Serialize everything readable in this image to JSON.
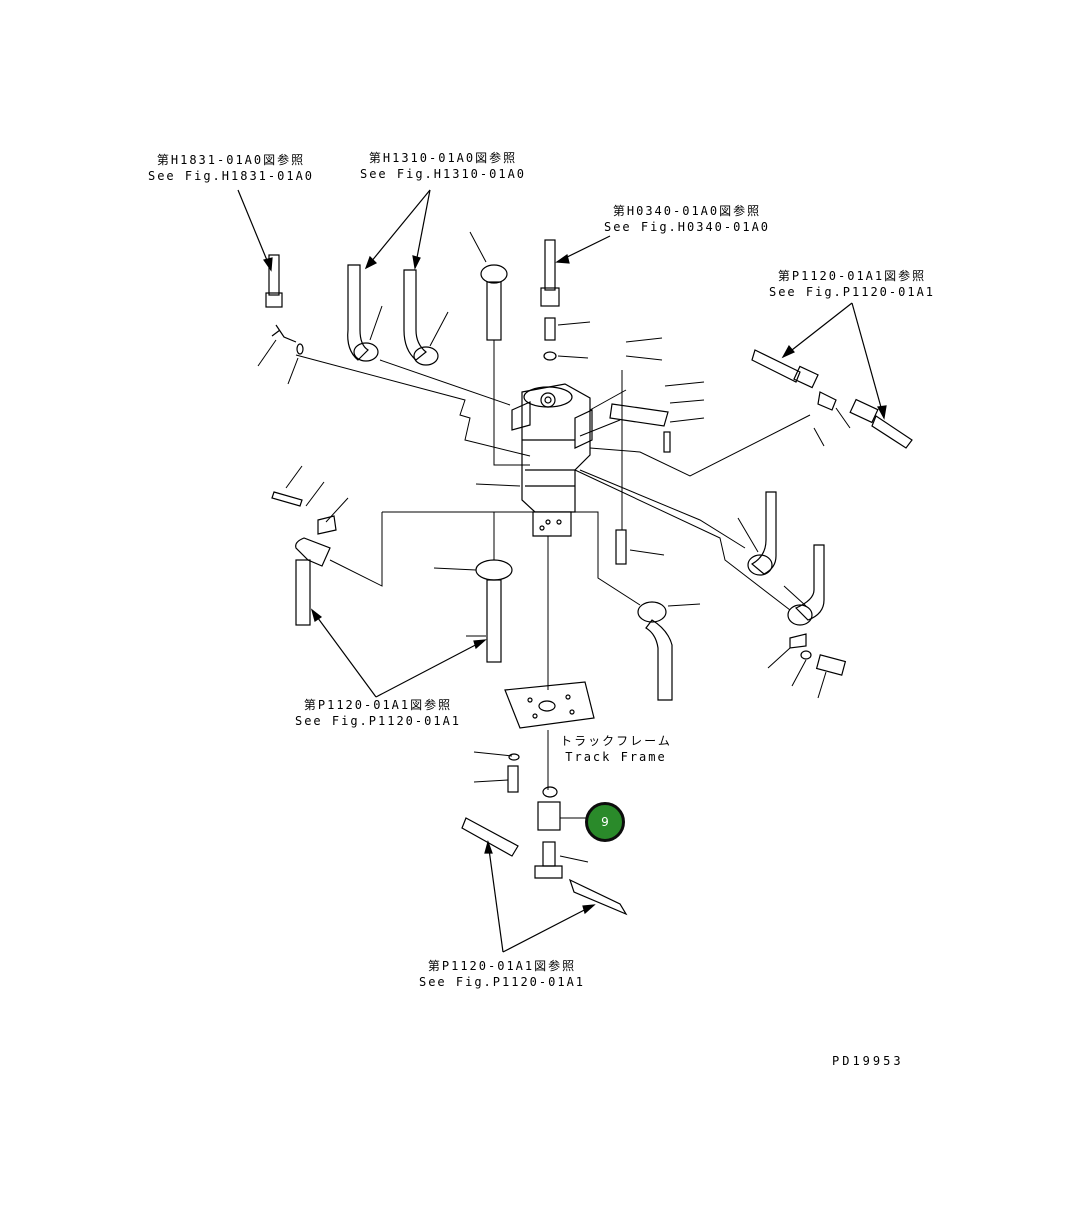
{
  "references": {
    "h1831": {
      "jp": "第H1831-01A0図参照",
      "en": "See Fig.H1831-01A0"
    },
    "h1310": {
      "jp": "第H1310-01A0図参照",
      "en": "See Fig.H1310-01A0"
    },
    "h0340": {
      "jp": "第H0340-01A0図参照",
      "en": "See Fig.H0340-01A0"
    },
    "p1120_right": {
      "jp": "第P1120-01A1図参照",
      "en": "See Fig.P1120-01A1"
    },
    "p1120_left": {
      "jp": "第P1120-01A1図参照",
      "en": "See Fig.P1120-01A1"
    },
    "p1120_bottom": {
      "jp": "第P1120-01A1図参照",
      "en": "See Fig.P1120-01A1"
    }
  },
  "track_frame": {
    "jp": "トラックフレーム",
    "en": "Track Frame"
  },
  "callout": {
    "number": "9",
    "color": "#2a8a2a"
  },
  "drawing_number": "PD19953"
}
